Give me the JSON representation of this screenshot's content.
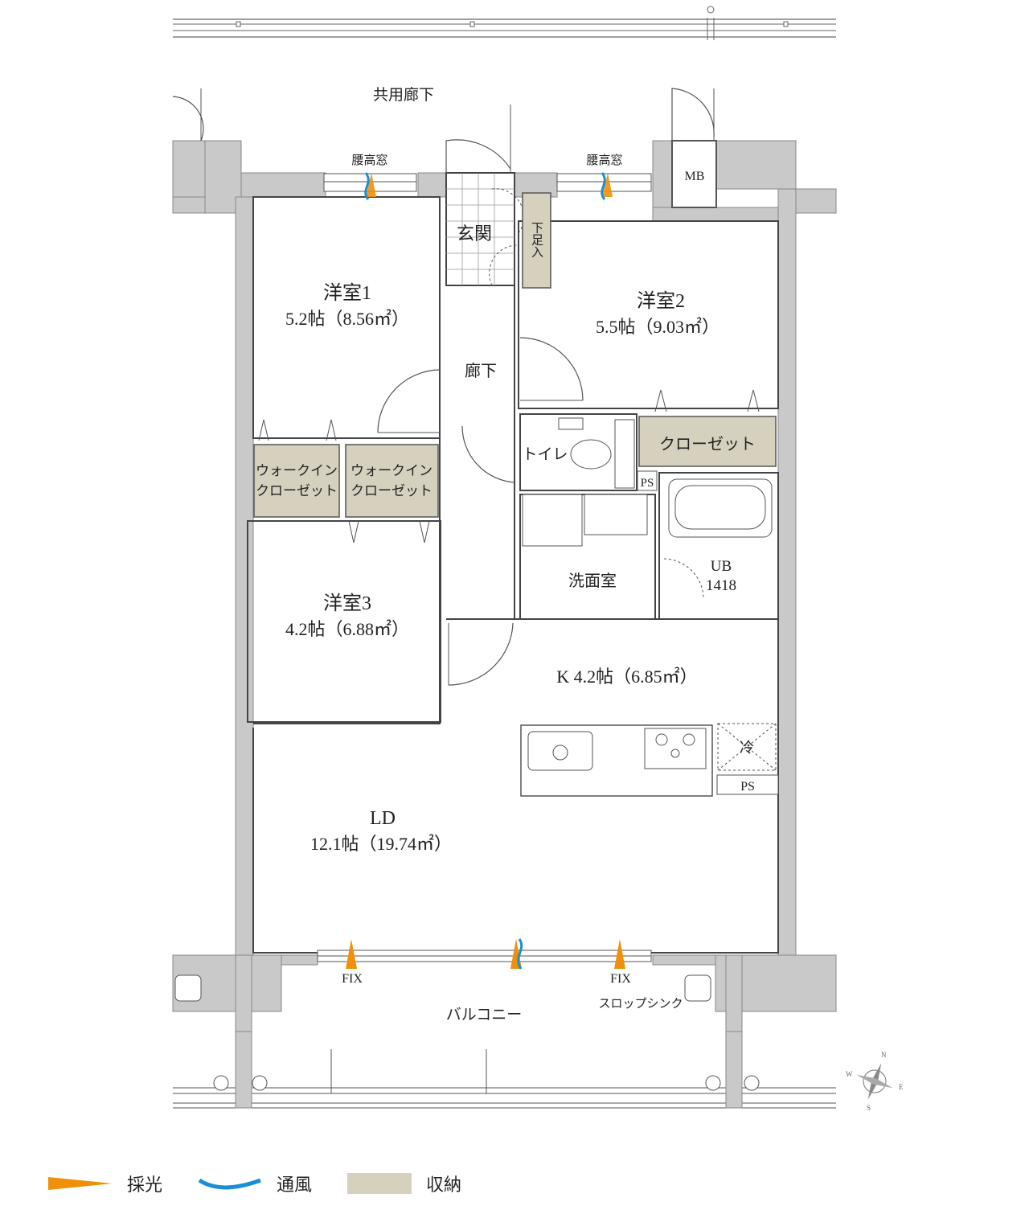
{
  "labels": {
    "corridor": "共用廊下",
    "window1": "腰高窓",
    "window2": "腰高窓",
    "mb": "MB",
    "entrance": "玄関",
    "shoe": "下足入",
    "room1_name": "洋室1",
    "room1_size": "5.2帖（8.56㎡）",
    "room2_name": "洋室2",
    "room2_size": "5.5帖（9.03㎡）",
    "hall": "廊下",
    "toilet": "トイレ",
    "closet": "クローゼット",
    "ps1": "PS",
    "wic1_a": "ウォークイン",
    "wic1_b": "クローゼット",
    "wic2_a": "ウォークイン",
    "wic2_b": "クローゼット",
    "washroom": "洗面室",
    "ub_a": "UB",
    "ub_b": "1418",
    "room3_name": "洋室3",
    "room3_size": "4.2帖（6.88㎡）",
    "kitchen": "K 4.2帖（6.85㎡）",
    "fridge": "冷",
    "ps2": "PS",
    "ld_name": "LD",
    "ld_size": "12.1帖（19.74㎡）",
    "fix1": "FIX",
    "fix2": "FIX",
    "slop_sink": "スロップシンク",
    "balcony": "バルコニー",
    "compass_n": "N",
    "compass_e": "E",
    "compass_s": "S",
    "compass_w": "W"
  },
  "legend": {
    "light": "採光",
    "air": "通風",
    "storage": "収納"
  },
  "colors": {
    "light": "#f0900a",
    "air": "#1a8fd6",
    "storage": "#d6d0be",
    "wall": "#c9c9c9"
  }
}
